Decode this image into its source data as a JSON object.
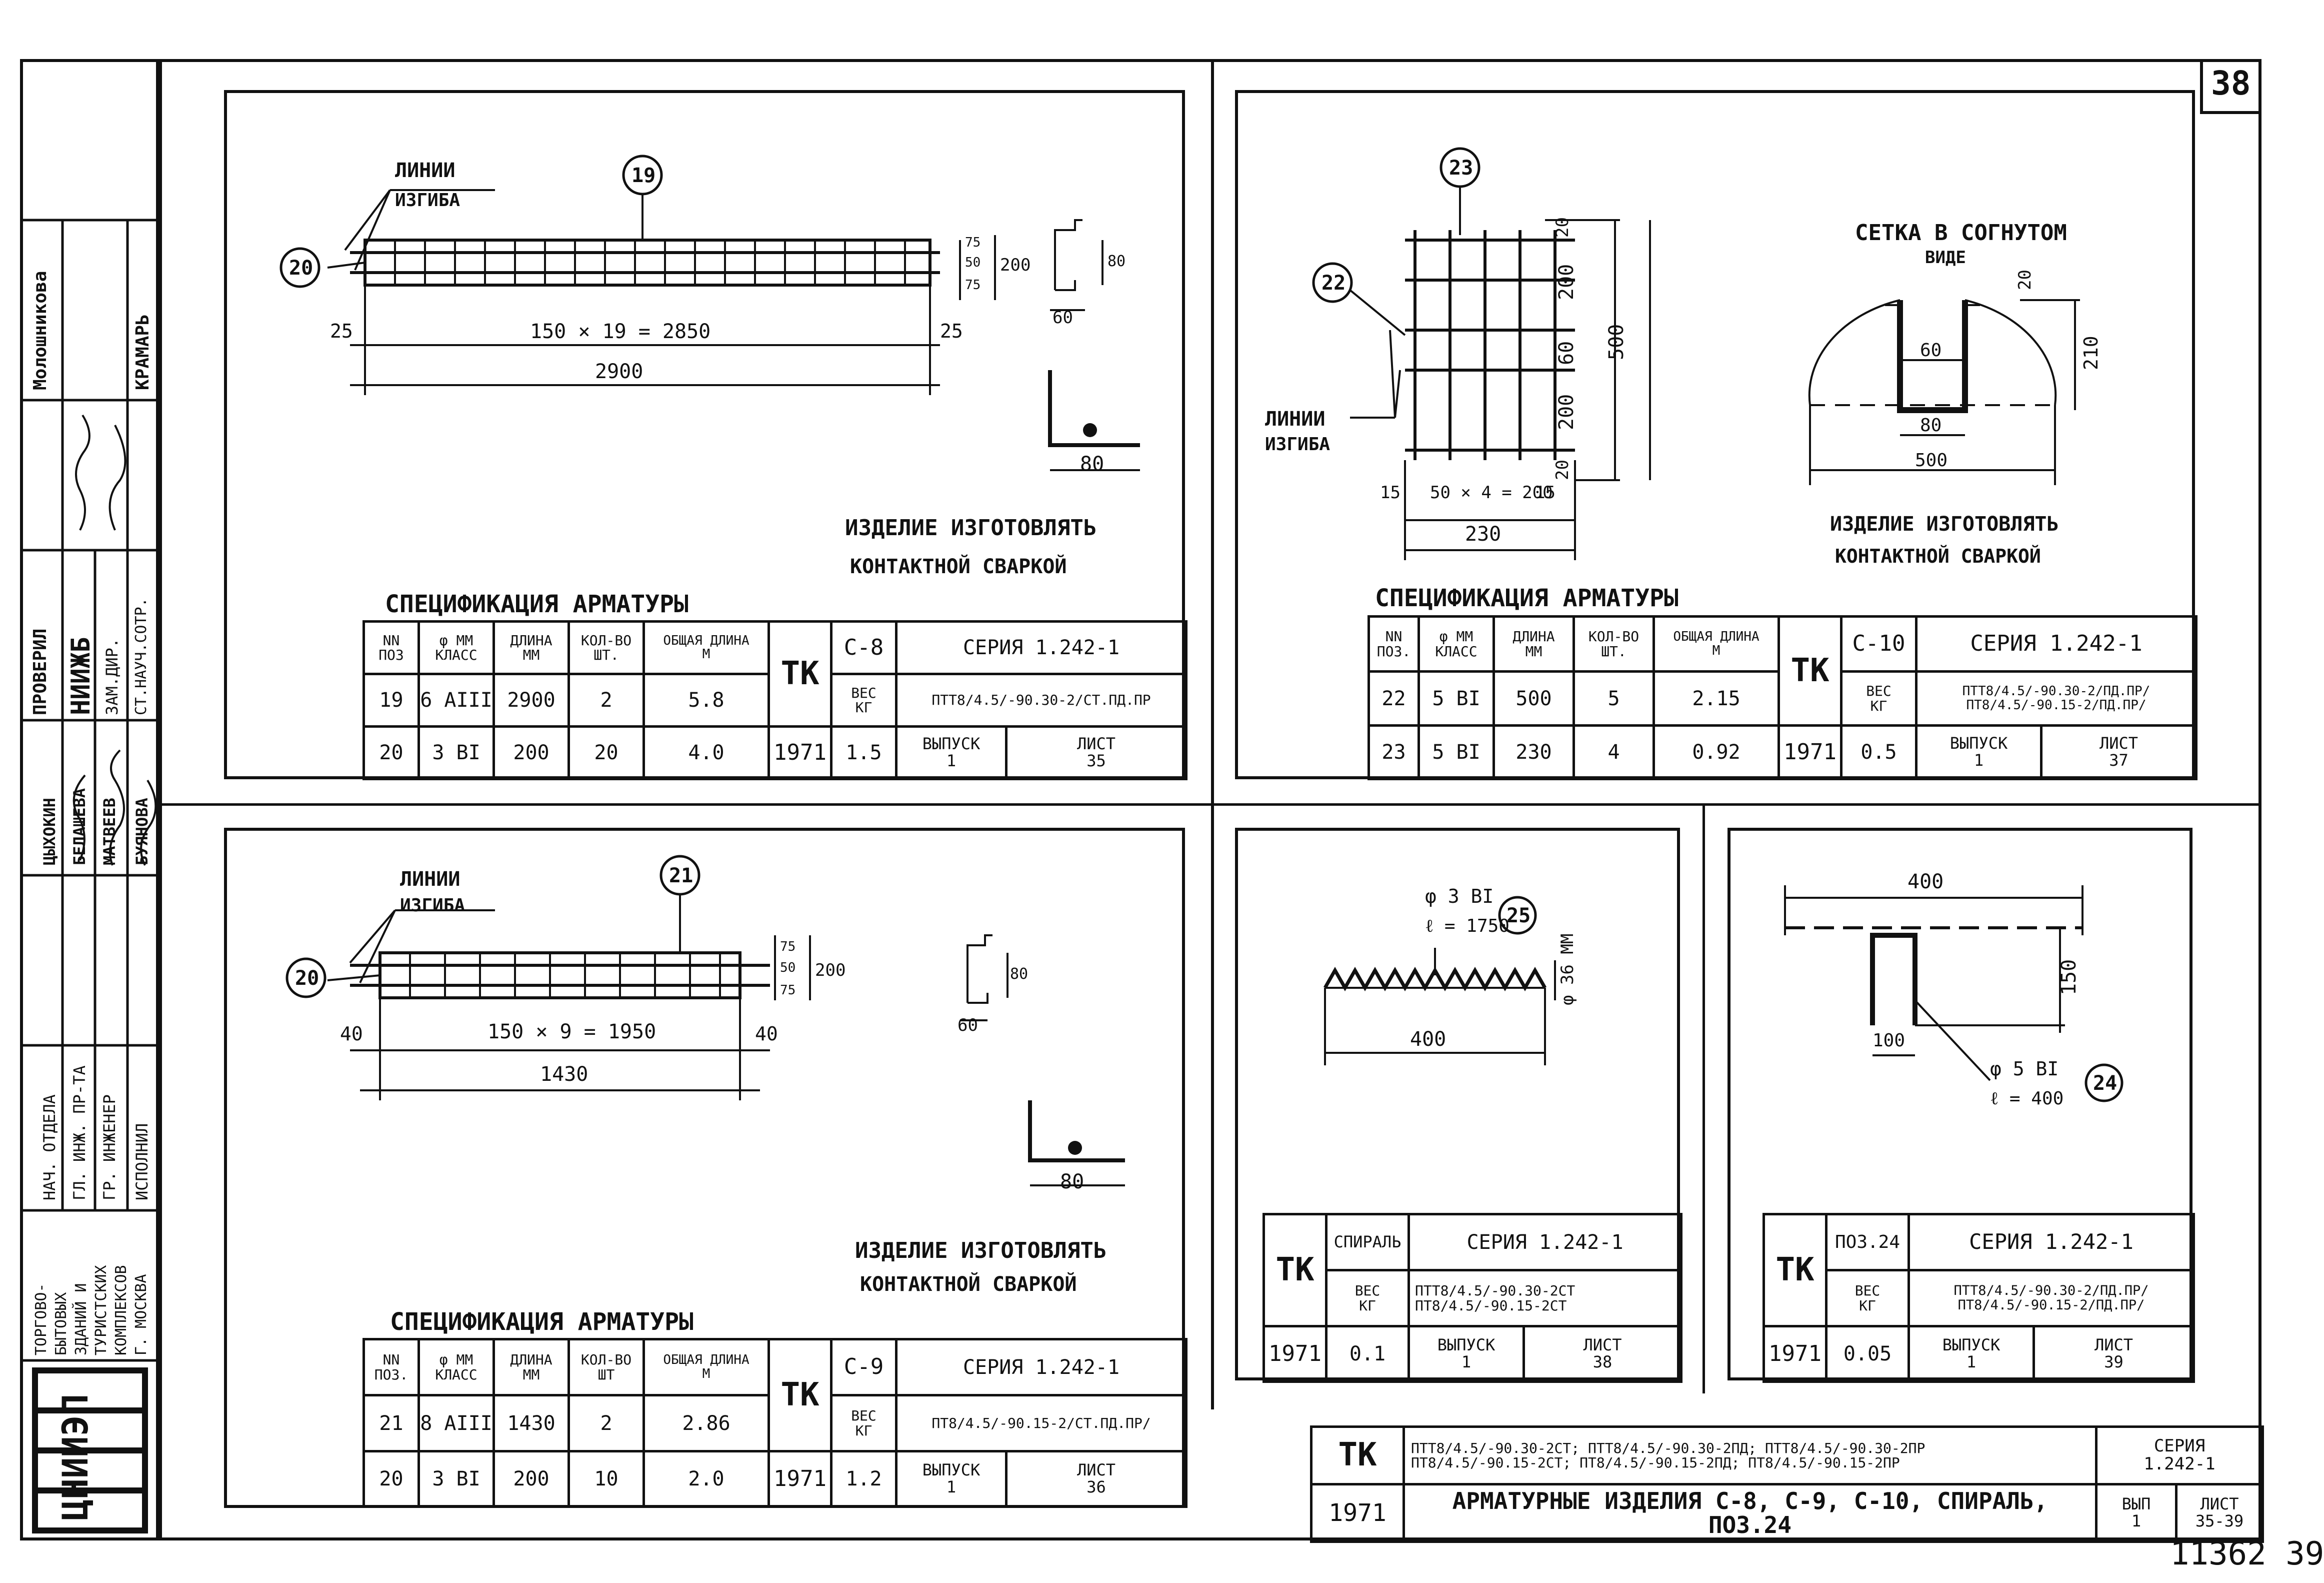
{
  "page_number": "38",
  "archive_number": "11362 39",
  "stamp": {
    "names": [
      "Молошникова",
      "КРАМАРЬ"
    ],
    "checked_label": "ПРОВЕРИЛ",
    "checked_roles": [
      "ЗАМ.ДИР.",
      "СТ.НАУЧ.СОТР."
    ],
    "institute": "НИИЖБ",
    "staff_names": [
      "ЦЫХОКИН",
      "БЕЛАШЕВА",
      "МАТВЕЕВ",
      "БУЯНОВА"
    ],
    "staff_roles": [
      "НАЧ. ОТДЕЛА",
      "ГЛ. ИНЖ. ПР-ТА",
      "ГР. ИНЖЕНЕР",
      "ИСПОЛНИЛ"
    ],
    "org": [
      "ТОРГОВО-",
      "БЫТОВЫХ",
      "ЗДАНИЙ И",
      "ТУРИСТСКИХ",
      "КОМПЛЕКСОВ",
      "Г. МОСКВА"
    ],
    "logo": "ЦНИИЭП"
  },
  "c8": {
    "bend_label": [
      "ЛИНИИ",
      "ИЗГИБА"
    ],
    "callouts": [
      "19",
      "20"
    ],
    "dims": {
      "pitch": "150 × 19 = 2850",
      "total": "2900",
      "end_left": "25",
      "end_right": "25",
      "stack": [
        "75",
        "50",
        "75"
      ],
      "height": "200",
      "hook_h": "80",
      "hook_w": "60",
      "angle": "80"
    },
    "note": [
      "ИЗДЕЛИЕ ИЗГОТОВЛЯТЬ",
      "КОНТАКТНОЙ СВАРКОЙ"
    ],
    "spec_title": "СПЕЦИФИКАЦИЯ АРМАТУРЫ",
    "spec_headers": [
      [
        "NN",
        "ПОЗ"
      ],
      [
        "φ ММ",
        "КЛАСС"
      ],
      [
        "ДЛИНА",
        "ММ"
      ],
      [
        "КОЛ-ВО",
        "ШТ."
      ],
      [
        "ОБЩАЯ ДЛИНА",
        "М"
      ]
    ],
    "spec_rows": [
      [
        "19",
        "6 АIII",
        "2900",
        "2",
        "5.8"
      ],
      [
        "20",
        "3 ВI",
        "200",
        "20",
        "4.0"
      ]
    ],
    "title_block": {
      "tk": "ТК",
      "code": "С-8",
      "series": "СЕРИЯ 1.242-1",
      "weight_label": [
        "ВЕС",
        "КГ"
      ],
      "products": "ПТТ8/4.5/-90.30-2/СТ.ПД.ПР",
      "year": "1971",
      "weight": "1.5",
      "issue_label": "ВЫПУСК",
      "issue": "1",
      "sheet_label": "ЛИСТ",
      "sheet": "35"
    }
  },
  "c10": {
    "callouts": [
      "22",
      "23"
    ],
    "bend_label": [
      "ЛИНИИ",
      "ИЗГИБА"
    ],
    "dims": {
      "v_parts": [
        "20",
        "200",
        "60",
        "200",
        "20"
      ],
      "v_total": "500",
      "h_parts": [
        "15",
        "50 × 4 = 200",
        "15"
      ],
      "h_total": "230"
    },
    "bent_title": [
      "СЕТКА В СОГНУТОМ",
      "ВИДЕ"
    ],
    "bent_dims": {
      "top": "20",
      "inner": "60",
      "right": "210",
      "bottom_inner": "80",
      "bottom": "500"
    },
    "note": [
      "ИЗДЕЛИЕ ИЗГОТОВЛЯТЬ",
      "КОНТАКТНОЙ СВАРКОЙ"
    ],
    "spec_title": "СПЕЦИФИКАЦИЯ АРМАТУРЫ",
    "spec_headers": [
      [
        "NN",
        "ПОЗ."
      ],
      [
        "φ ММ",
        "КЛАСС"
      ],
      [
        "ДЛИНА",
        "ММ"
      ],
      [
        "КОЛ-ВО",
        "ШТ."
      ],
      [
        "ОБЩАЯ ДЛИНА",
        "М"
      ]
    ],
    "spec_rows": [
      [
        "22",
        "5 ВI",
        "500",
        "5",
        "2.15"
      ],
      [
        "23",
        "5 ВI",
        "230",
        "4",
        "0.92"
      ]
    ],
    "title_block": {
      "tk": "ТК",
      "code": "С-10",
      "series": "СЕРИЯ 1.242-1",
      "weight_label": [
        "ВЕС",
        "КГ"
      ],
      "products": [
        "ПТТ8/4.5/-90.30-2/ПД.ПР/",
        "ПТ8/4.5/-90.15-2/ПД.ПР/"
      ],
      "year": "1971",
      "weight": "0.5",
      "issue_label": "ВЫПУСК",
      "issue": "1",
      "sheet_label": "ЛИСТ",
      "sheet": "37"
    }
  },
  "c9": {
    "bend_label": [
      "ЛИНИИ",
      "ИЗГИБА"
    ],
    "callouts": [
      "21",
      "20"
    ],
    "dims": {
      "pitch": "150 × 9 = 1950",
      "total": "1430",
      "end_left": "40",
      "end_right": "40",
      "stack": [
        "75",
        "50",
        "75"
      ],
      "height": "200",
      "hook_h": "80",
      "hook_w": "60",
      "angle": "80"
    },
    "note": [
      "ИЗДЕЛИЕ ИЗГОТОВЛЯТЬ",
      "КОНТАКТНОЙ СВАРКОЙ"
    ],
    "spec_title": "СПЕЦИФИКАЦИЯ АРМАТУРЫ",
    "spec_headers": [
      [
        "NN",
        "ПОЗ."
      ],
      [
        "φ ММ",
        "КЛАСС"
      ],
      [
        "ДЛИНА",
        "ММ"
      ],
      [
        "КОЛ-ВО",
        "ШТ"
      ],
      [
        "ОБЩАЯ ДЛИНА",
        "М"
      ]
    ],
    "spec_rows": [
      [
        "21",
        "8 АIII",
        "1430",
        "2",
        "2.86"
      ],
      [
        "20",
        "3 ВI",
        "200",
        "10",
        "2.0"
      ]
    ],
    "title_block": {
      "tk": "ТК",
      "code": "С-9",
      "series": "СЕРИЯ 1.242-1",
      "weight_label": [
        "ВЕС",
        "КГ"
      ],
      "products": "ПТ8/4.5/-90.15-2/СТ.ПД.ПР/",
      "year": "1971",
      "weight": "1.2",
      "issue_label": "ВЫПУСК",
      "issue": "1",
      "sheet_label": "ЛИСТ",
      "sheet": "36"
    }
  },
  "spiral": {
    "diameter": "φ 3 ВI",
    "length": "ℓ = 1750",
    "callout": "25",
    "coil": "φ 36 ММ",
    "width": "400",
    "title_block": {
      "tk": "ТК",
      "code": "СПИРАЛЬ",
      "series": "СЕРИЯ 1.242-1",
      "weight_label": [
        "ВЕС",
        "КГ"
      ],
      "products": [
        "ПТТ8/4.5/-90.30-2СТ",
        "ПТ8/4.5/-90.15-2СТ"
      ],
      "year": "1971",
      "weight": "0.1",
      "issue_label": "ВЫПУСК",
      "issue": "1",
      "sheet_label": "ЛИСТ",
      "sheet": "38"
    }
  },
  "pos24": {
    "width": "400",
    "height": "150",
    "leg": "100",
    "diameter": "φ 5 ВI",
    "length": "ℓ = 400",
    "callout": "24",
    "title_block": {
      "tk": "ТК",
      "code": "ПОЗ.24",
      "series": "СЕРИЯ 1.242-1",
      "weight_label": [
        "ВЕС",
        "КГ"
      ],
      "products": [
        "ПТТ8/4.5/-90.30-2/ПД.ПР/",
        "ПТ8/4.5/-90.15-2/ПД.ПР/"
      ],
      "year": "1971",
      "weight": "0.05",
      "issue_label": "ВЫПУСК",
      "issue": "1",
      "sheet_label": "ЛИСТ",
      "sheet": "39"
    }
  },
  "main_block": {
    "tk": "ТК",
    "products_1": "ПТТ8/4.5/-90.30-2СТ; ПТТ8/4.5/-90.30-2ПД; ПТТ8/4.5/-90.30-2ПР",
    "products_2": "ПТ8/4.5/-90.15-2СТ; ПТ8/4.5/-90.15-2ПД; ПТ8/4.5/-90.15-2ПР",
    "series_label": "СЕРИЯ",
    "series": "1.242-1",
    "year": "1971",
    "title": "АРМАТУРНЫЕ ИЗДЕЛИЯ С-8, С-9, С-10, СПИРАЛЬ, ПОЗ.24",
    "issue_label": "ВЫП",
    "issue": "1",
    "sheet_label": "ЛИСТ",
    "sheet": "35-39"
  }
}
